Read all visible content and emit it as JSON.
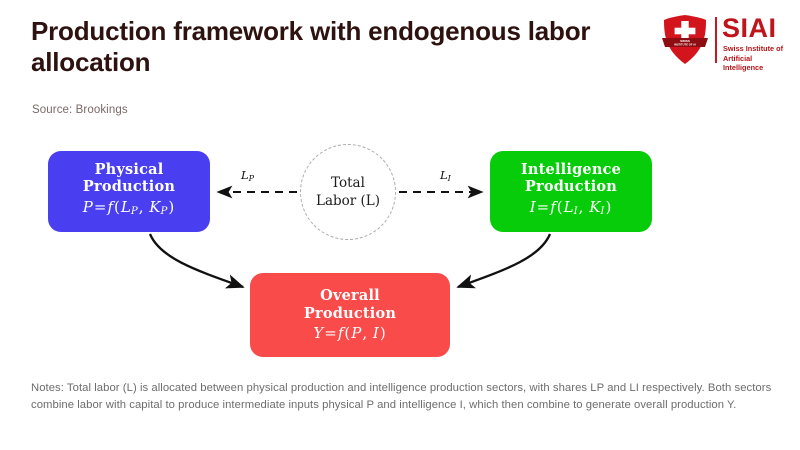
{
  "header": {
    "title": "Production framework with endogenous labor allocation",
    "source": "Source: Brookings"
  },
  "logo": {
    "wordmark": "SIAI",
    "tagline": "Swiss Institute of Artificial Intelligence",
    "shield_icon": "swiss-shield-icon",
    "colors": {
      "red": "#c0141b",
      "shield_red": "#d4141c"
    }
  },
  "diagram": {
    "type": "flow-diagram",
    "nodes": [
      {
        "id": "physical",
        "title": "Physical Production",
        "title_line1": "Physical",
        "title_line2": "Production",
        "formula": "P = f(LP, KP)",
        "formula_lhs": "P",
        "formula_op": "=",
        "formula_rhs_fn": "f",
        "formula_args": [
          "LP",
          "KP"
        ],
        "color": "#4a3ff0"
      },
      {
        "id": "intelligence",
        "title": "Intelligence Production",
        "title_line1": "Intelligence",
        "title_line2": "Production",
        "formula": "I = f(LI, KI)",
        "formula_lhs": "I",
        "formula_op": "=",
        "formula_rhs_fn": "f",
        "formula_args": [
          "LI",
          "KI"
        ],
        "color": "#07cc0a"
      },
      {
        "id": "overall",
        "title": "Overall Production",
        "title_line1": "Overall",
        "title_line2": "Production",
        "formula": "Y = f(P, I)",
        "formula_lhs": "Y",
        "formula_op": "=",
        "formula_rhs_fn": "f",
        "formula_args": [
          "P",
          "I"
        ],
        "color": "#fa4b4b"
      }
    ],
    "hub": {
      "id": "total-labor",
      "label_line1": "Total",
      "label_line2": "Labor (L)",
      "style": "dashed-circle",
      "color": "#a9a9a9"
    },
    "edges": [
      {
        "id": "hub-to-physical",
        "label": "LP",
        "label_base": "L",
        "label_sub": "P",
        "style": "dashed",
        "direction": "left"
      },
      {
        "id": "hub-to-intelligence",
        "label": "LI",
        "label_base": "L",
        "label_sub": "I",
        "style": "dashed",
        "direction": "right"
      },
      {
        "id": "physical-to-overall",
        "label": "",
        "style": "solid-curved",
        "direction": "down-right"
      },
      {
        "id": "intelligence-to-overall",
        "label": "",
        "style": "solid-curved",
        "direction": "down-left"
      }
    ]
  },
  "notes": {
    "text": "Notes: Total labor (L) is allocated between physical production and intelligence production sectors, with shares LP and LI respectively. Both sectors combine labor with capital to produce intermediate inputs physical P and intelligence I, which then combine to generate overall production Y."
  }
}
